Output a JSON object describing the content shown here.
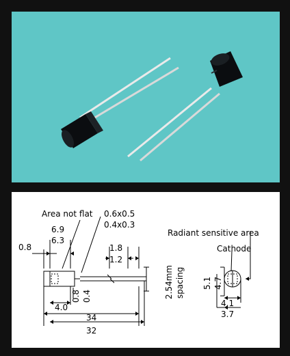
{
  "colors": {
    "frame": "#111111",
    "photo_background": "#5fc6c6",
    "body": "#0b0d10",
    "lead": "#eaeaea",
    "drawing_background": "#ffffff",
    "ink": "#000000"
  },
  "drawing": {
    "label_area_not_flat": "Area not flat",
    "dim_06x05": "0.6x0.5",
    "dim_04x03": "0.4x0.3",
    "dim_69": "6.9",
    "dim_63": "6.3",
    "dim_08_left": "0.8",
    "dim_18": "1.8",
    "dim_12": "1.2",
    "dim_40": "4.0",
    "dim_08": "0.8",
    "dim_04": "0.4",
    "dim_254": "2.54mm",
    "spacing": "spacing",
    "dim_34": "34",
    "dim_32": "32",
    "label_radiant": "Radiant sensitive area",
    "label_cathode": "Cathode",
    "dim_51": "5.1",
    "dim_47": "4.7",
    "dim_41": "4.1",
    "dim_37": "3.7"
  }
}
